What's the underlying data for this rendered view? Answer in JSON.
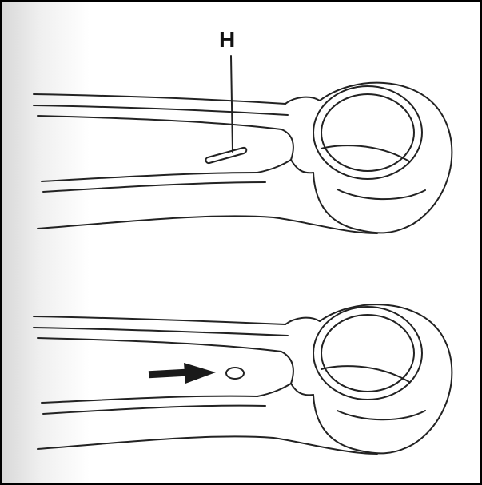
{
  "figure": {
    "callout_label": "H"
  },
  "panels": [
    {
      "id": "top",
      "description_icon": "wrench-ring-end-with-pointer-icon"
    },
    {
      "id": "bottom",
      "description_icon": "wrench-ring-end-with-arrow-icon"
    }
  ],
  "colors": {
    "line": "#222222",
    "arrow": "#1a1a1a",
    "border": "#000000"
  }
}
